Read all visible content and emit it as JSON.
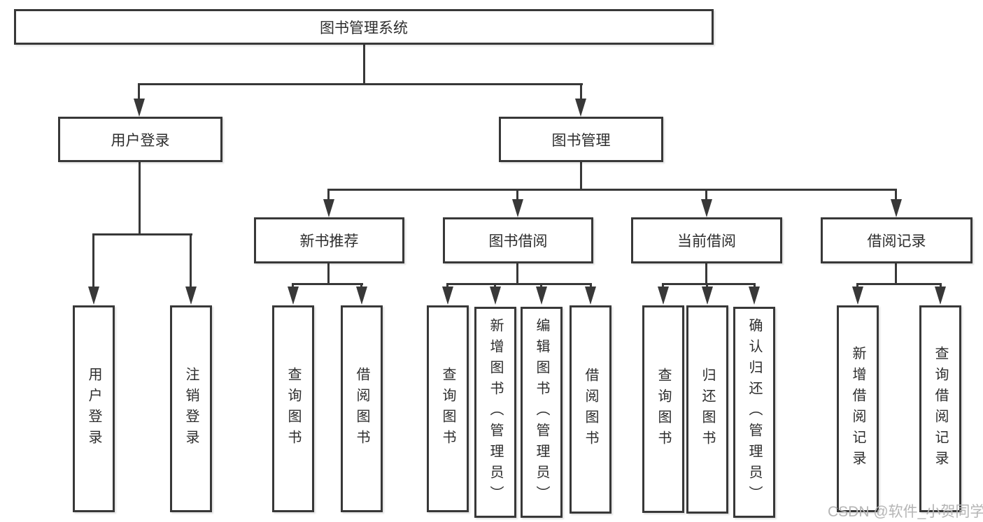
{
  "tree": {
    "root": {
      "label": "图书管理系统"
    },
    "branches": [
      {
        "label": "用户登录",
        "children": [
          {
            "label": "用户登录"
          },
          {
            "label": "注销登录"
          }
        ]
      },
      {
        "label": "图书管理",
        "children": [
          {
            "label": "新书推荐",
            "children": [
              {
                "label": "查询图书"
              },
              {
                "label": "借阅图书"
              }
            ]
          },
          {
            "label": "图书借阅",
            "children": [
              {
                "label": "查询图书"
              },
              {
                "label": "新增图书（管理员）"
              },
              {
                "label": "编辑图书（管理员）"
              },
              {
                "label": "借阅图书"
              }
            ]
          },
          {
            "label": "当前借阅",
            "children": [
              {
                "label": "查询图书"
              },
              {
                "label": "归还图书"
              },
              {
                "label": "确认归还（管理员）"
              }
            ]
          },
          {
            "label": "借阅记录",
            "children": [
              {
                "label": "新增借阅记录"
              },
              {
                "label": "查询借阅记录"
              }
            ]
          }
        ]
      }
    ]
  },
  "watermark": {
    "text": "CSDN @软件_小贺同学"
  },
  "colors": {
    "line": "#383838",
    "text": "#2d2d2d",
    "background": "#ffffff",
    "watermark": "#b5b5b5"
  }
}
